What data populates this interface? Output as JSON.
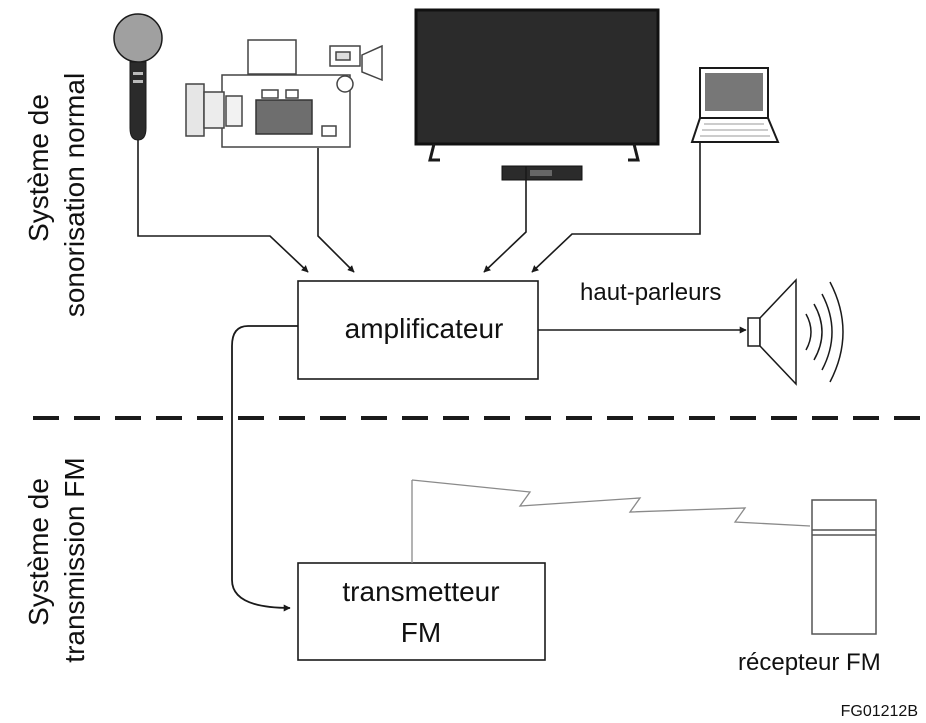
{
  "sections": {
    "top_label_line1": "Système de",
    "top_label_line2": "sonorisation normal",
    "bottom_label_line1": "Système de",
    "bottom_label_line2": "transmission FM"
  },
  "nodes": {
    "amplifier": "amplificateur",
    "speakers": "haut-parleurs",
    "transmitter_line1": "transmetteur",
    "transmitter_line2": "FM",
    "receiver": "récepteur FM"
  },
  "figure_code": "FG01212B",
  "colors": {
    "line": "#1a1a1a",
    "device_dark": "#2b2b2b",
    "device_gray": "#a0a0a0",
    "thin_line": "#8a8a8a"
  },
  "icons": {
    "microphone": "microphone-icon",
    "camcorder": "camcorder-icon",
    "television": "television-icon",
    "set_top_box": "set-top-box-icon",
    "laptop": "laptop-icon",
    "speaker": "speaker-icon",
    "antenna": "antenna-icon",
    "receiver": "receiver-device-icon"
  }
}
